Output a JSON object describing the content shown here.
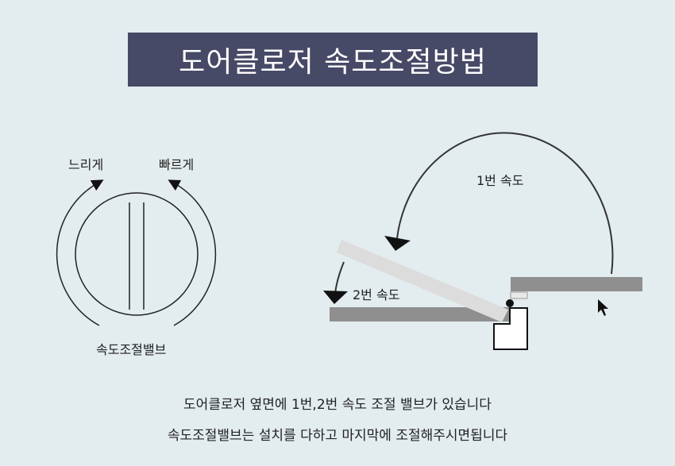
{
  "title": "도어클로저 속도조절방법",
  "valve": {
    "slow": "느리게",
    "fast": "빠르게",
    "name": "속도조절밸브"
  },
  "door": {
    "speed1": "1번 속도",
    "speed2": "2번 속도"
  },
  "captions": [
    "도어클로저 옆면에 1번,2번 속도 조절 밸브가 있습니다",
    "속도조절밸브는 설치를 다하고 마지막에 조절해주시면됩니다"
  ]
}
